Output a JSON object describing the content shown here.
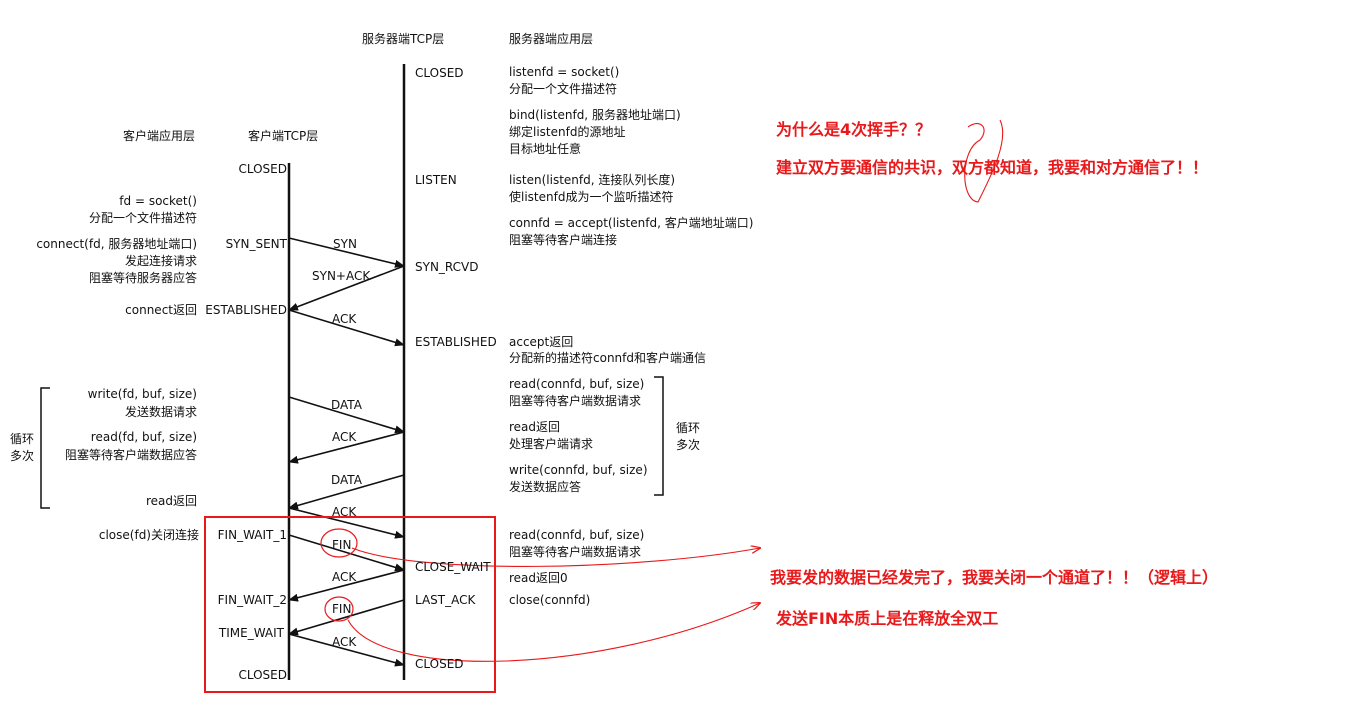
{
  "headers": {
    "server_tcp": "服务器端TCP层",
    "server_app": "服务器端应用层",
    "client_app": "客户端应用层",
    "client_tcp": "客户端TCP层"
  },
  "client_states": {
    "closed_top": "CLOSED",
    "syn_sent": "SYN_SENT",
    "established": "ESTABLISHED",
    "fin_wait_1": "FIN_WAIT_1",
    "fin_wait_2": "FIN_WAIT_2",
    "time_wait": "TIME_WAIT",
    "closed_bottom": "CLOSED"
  },
  "server_states": {
    "closed_top": "CLOSED",
    "listen": "LISTEN",
    "syn_rcvd": "SYN_RCVD",
    "established": "ESTABLISHED",
    "close_wait": "CLOSE_WAIT",
    "last_ack": "LAST_ACK",
    "closed_bottom": "CLOSED"
  },
  "client_app": {
    "socket_1": "fd = socket()",
    "socket_2": "分配一个文件描述符",
    "connect_1": "connect(fd, 服务器地址端口)",
    "connect_2": "发起连接请求",
    "connect_3": "阻塞等待服务器应答",
    "connect_ret": "connect返回",
    "write_1": "write(fd, buf, size)",
    "write_2": "发送数据请求",
    "read_1": "read(fd, buf, size)",
    "read_2": "阻塞等待客户端数据应答",
    "read_ret": "read返回",
    "loop_1": "循环",
    "loop_2": "多次",
    "close": "close(fd)关闭连接"
  },
  "server_app": {
    "socket_1": "listenfd = socket()",
    "socket_2": "分配一个文件描述符",
    "bind_1": "bind(listenfd, 服务器地址端口)",
    "bind_2": "绑定listenfd的源地址",
    "bind_3": "目标地址任意",
    "listen_1": "listen(listenfd, 连接队列长度)",
    "listen_2": "使listenfd成为一个监听描述符",
    "accept_1": "connfd = accept(listenfd, 客户端地址端口)",
    "accept_2": "阻塞等待客户端连接",
    "accept_ret_1": "accept返回",
    "accept_ret_2": "分配新的描述符connfd和客户端通信",
    "read_1": "read(connfd, buf, size)",
    "read_2": "阻塞等待客户端数据请求",
    "read_ret_1": "read返回",
    "read_ret_2": "处理客户端请求",
    "write_1": "write(connfd, buf, size)",
    "write_2": "发送数据应答",
    "loop_1": "循环",
    "loop_2": "多次",
    "read2_1": "read(connfd, buf, size)",
    "read2_2": "阻塞等待客户端数据请求",
    "read0": "read返回0",
    "close": "close(connfd)"
  },
  "segments": {
    "syn": "SYN",
    "synack": "SYN+ACK",
    "ack1": "ACK",
    "data1": "DATA",
    "ack2": "ACK",
    "data2": "DATA",
    "ack3": "ACK",
    "fin1": "FIN",
    "ack4": "ACK",
    "fin2": "FIN",
    "ack5": "ACK"
  },
  "annotations": {
    "q1": "为什么是4次挥手？？",
    "q2": "建立双方要通信的共识，双方都知道，我要和对方通信了！！",
    "n1": "我要发的数据已经发完了，我要关闭一个通道了！！（逻辑上）",
    "n2": "发送FIN本质上是在释放全双工"
  },
  "colors": {
    "annotation": "#e8191b",
    "line": "#111111"
  }
}
